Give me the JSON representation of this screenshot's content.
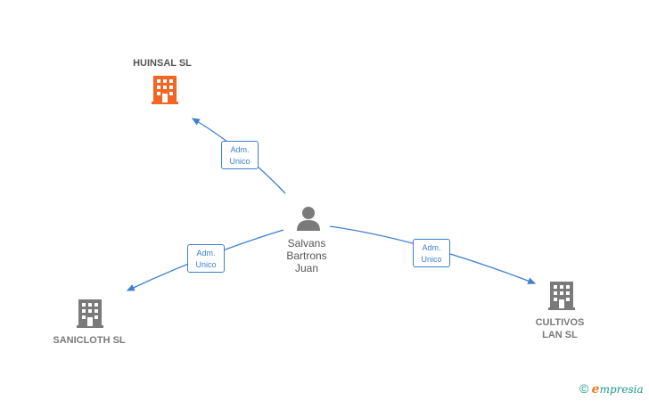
{
  "colors": {
    "highlight_company": "#f26522",
    "company": "#7a7a7a",
    "person": "#7a7a7a",
    "edge": "#3d7fd0"
  },
  "center_person": {
    "name": "Salvans\nBartrons\nJuan",
    "icon": "person-icon"
  },
  "companies": [
    {
      "key": "huinsal",
      "name": "HUINSAL  SL",
      "icon": "building-icon",
      "highlighted": true
    },
    {
      "key": "sanicloth",
      "name": "SANICLOTH  SL",
      "icon": "building-icon",
      "highlighted": false
    },
    {
      "key": "cultivos",
      "name": "CULTIVOS\nLAN  SL",
      "icon": "building-icon",
      "highlighted": false
    }
  ],
  "relations": [
    {
      "from": "center_person",
      "to": "huinsal",
      "label": "Adm.\nUnico"
    },
    {
      "from": "center_person",
      "to": "sanicloth",
      "label": "Adm.\nUnico"
    },
    {
      "from": "center_person",
      "to": "cultivos",
      "label": "Adm.\nUnico"
    }
  ],
  "brand": {
    "copyright": "©",
    "logo_initial": "e",
    "logo_rest": "mpresia"
  }
}
